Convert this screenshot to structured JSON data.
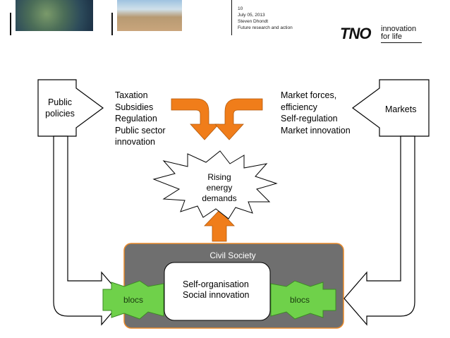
{
  "header": {
    "slide_number": "10",
    "date": "July 05, 2013",
    "author": "Steven Dhondt",
    "subtitle": "Future research and action",
    "logo_letters": "TNO",
    "logo_tagline_1": "innovation",
    "logo_tagline_2": "for life"
  },
  "diagram": {
    "public_policies": "Public policies",
    "public_instruments": [
      "Taxation",
      "Subsidies",
      "Regulation",
      "Public sector",
      "innovation"
    ],
    "market_mechanisms": [
      "Market forces,",
      "efficiency",
      "Self-regulation",
      "Market innovation"
    ],
    "markets": "Markets",
    "central_issue": [
      "Rising",
      "energy",
      "demands"
    ],
    "civil_society": "Civil Society",
    "civil_core": [
      "Self-organisation",
      "Social innovation"
    ],
    "left_bloc": "blocs",
    "right_bloc": "blocs"
  },
  "colors": {
    "orange": "#f07d1a",
    "bloc_green": "#6fd14a",
    "civil_gray": "#6f6f6f",
    "civil_border": "#e98a2a"
  }
}
